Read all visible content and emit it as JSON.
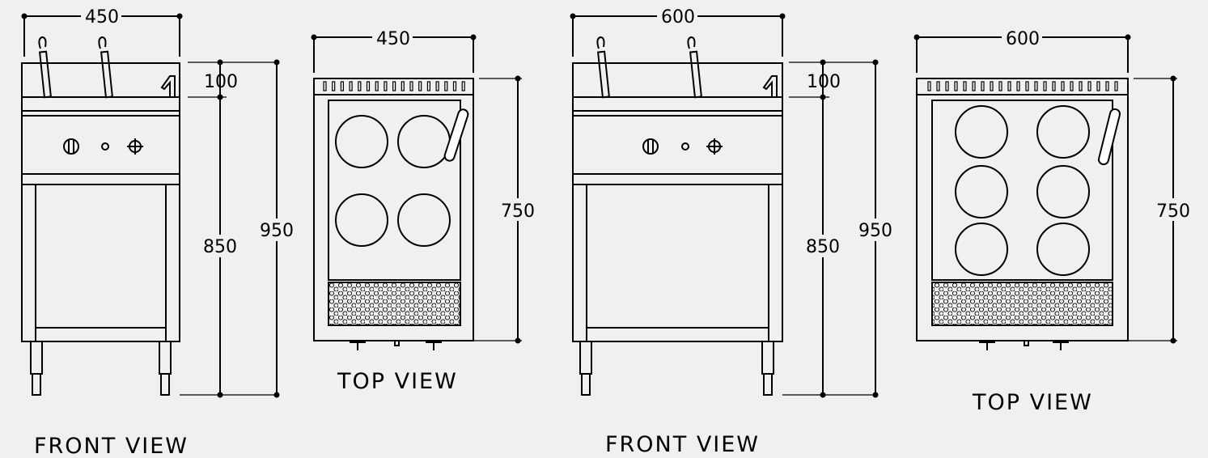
{
  "views": {
    "front_450": {
      "width": "450",
      "top_height": "100",
      "body_height": "850",
      "total_height": "950",
      "caption": "FRONT VIEW"
    },
    "top_450": {
      "width": "450",
      "depth": "750",
      "caption": "TOP VIEW",
      "baskets": 4
    },
    "front_600": {
      "width": "600",
      "top_height": "100",
      "body_height": "850",
      "total_height": "950",
      "caption": "FRONT VIEW"
    },
    "top_600": {
      "width": "600",
      "depth": "750",
      "caption": "TOP VIEW",
      "baskets": 6
    }
  }
}
